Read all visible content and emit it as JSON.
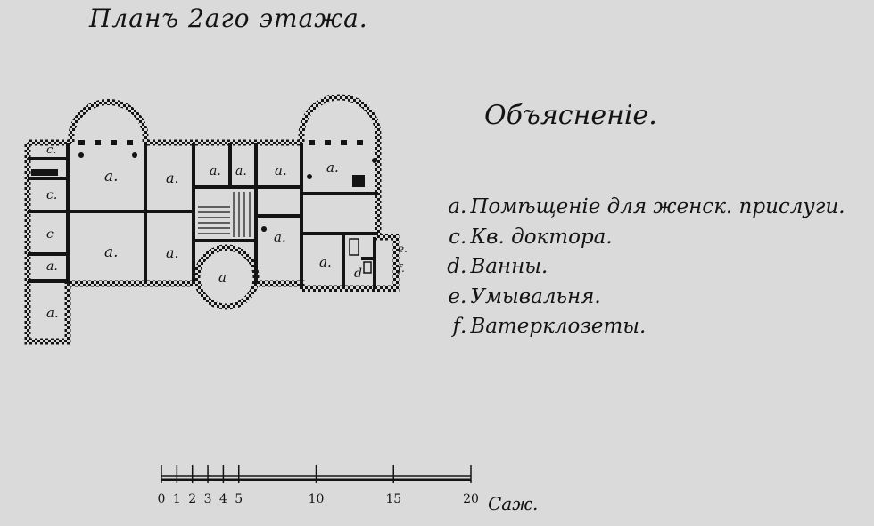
{
  "title": "Планъ 2аго этажа.",
  "legend": {
    "heading": "Объясненіе.",
    "items": [
      {
        "key": "a",
        "text": "Помѣщеніе для женск. прислуги."
      },
      {
        "key": "c",
        "text": "Кв. доктора."
      },
      {
        "key": "d",
        "text": "Ванны."
      },
      {
        "key": "e",
        "text": "Умывальня."
      },
      {
        "key": "f",
        "text": "Ватерклозеты."
      }
    ]
  },
  "plan": {
    "room_labels": {
      "a": "a.",
      "a_short": "a",
      "a_alt": "a.",
      "c": "c.",
      "c_short": "c",
      "d": "d",
      "e": "e.",
      "f": "f."
    }
  },
  "scale": {
    "ticks": [
      "0",
      "1",
      "2",
      "3",
      "4",
      "5",
      "10",
      "15",
      "20"
    ],
    "unit": "Саж."
  },
  "colors": {
    "paper": "#dadada",
    "ink": "#141414"
  }
}
